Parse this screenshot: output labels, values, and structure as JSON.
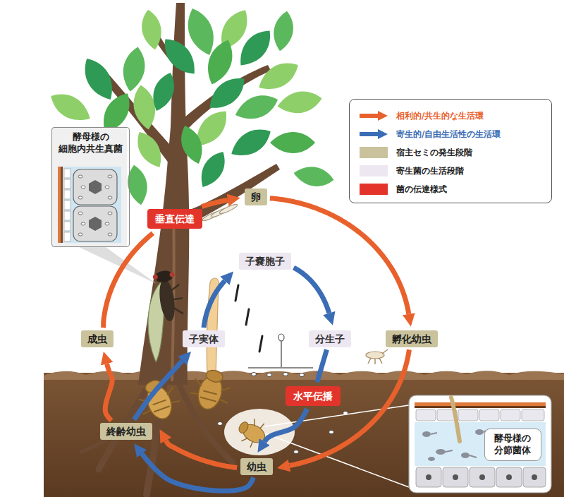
{
  "diagram": {
    "nodes": [
      {
        "text": [
          "酵母様の 細胞内共生真菌"
        ]
      },
      {
        "text": [
          "卵"
        ]
      },
      {
        "text": [
          "垂直伝達"
        ]
      },
      {
        "text": [
          "子嚢胞子"
        ]
      },
      {
        "text": [
          "成虫"
        ]
      },
      {
        "text": [
          "子実体"
        ]
      },
      {
        "text": [
          "分生子"
        ]
      },
      {
        "text": [
          "孵化幼虫"
        ]
      },
      {
        "text": [
          "水平伝播"
        ]
      },
      {
        "text": [
          "終齢幼虫"
        ]
      },
      {
        "text": [
          "酵母様の 分節菌体"
        ]
      },
      {
        "text": [
          "幼虫"
        ]
      }
    ],
    "edges": [
      {
        "from": 1,
        "to": 7,
        "arrow": "to"
      },
      {
        "from": 7,
        "to": 11,
        "arrow": "to"
      },
      {
        "from": 11,
        "to": 9,
        "arrow": "to"
      },
      {
        "from": 9,
        "to": 4,
        "arrow": "to"
      },
      {
        "from": 4,
        "to": 2,
        "arrow": "none"
      },
      {
        "from": 2,
        "to": 1,
        "arrow": "to"
      },
      {
        "from": 3,
        "to": 6,
        "arrow": "to"
      },
      {
        "from": 6,
        "to": 8,
        "arrow": "none"
      },
      {
        "from": 8,
        "to": 11,
        "arrow": "to"
      },
      {
        "from": 11,
        "to": 9,
        "arrow": "to"
      },
      {
        "from": 9,
        "to": 5,
        "arrow": "to"
      },
      {
        "from": 5,
        "to": 3,
        "arrow": "to"
      }
    ],
    "legend": [
      {
        "text": "相利的/共生的な生活環"
      },
      {
        "text": "寄生的/自由生活性の生活環"
      },
      {
        "text": "宿主セミの発生段階",
        "color": "#c9c29c"
      },
      {
        "text": "寄生菌の生活段階",
        "color": "#ece7f1"
      },
      {
        "text": "菌の伝達様式",
        "color": "#e3342b"
      }
    ]
  }
}
